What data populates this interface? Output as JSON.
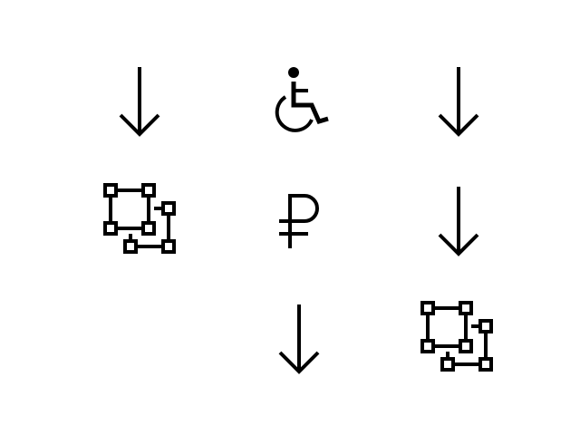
{
  "background_color": "#ffffff",
  "icon_color": "#000000",
  "icons": [
    {
      "row": 1,
      "col": 1,
      "icon": "arrow-down-icon"
    },
    {
      "row": 1,
      "col": 2,
      "icon": "wheelchair-accessible-icon"
    },
    {
      "row": 1,
      "col": 3,
      "icon": "arrow-down-icon"
    },
    {
      "row": 2,
      "col": 1,
      "icon": "object-group-icon"
    },
    {
      "row": 2,
      "col": 2,
      "icon": "ruble-sign-icon"
    },
    {
      "row": 2,
      "col": 3,
      "icon": "arrow-down-icon"
    },
    {
      "row": 3,
      "col": 2,
      "icon": "arrow-down-icon"
    },
    {
      "row": 3,
      "col": 3,
      "icon": "object-group-icon"
    }
  ]
}
